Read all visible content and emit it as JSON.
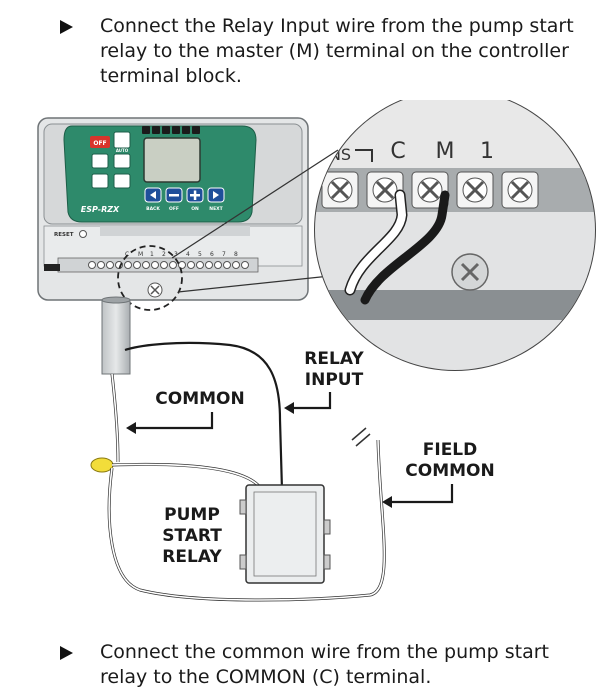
{
  "instructions": [
    {
      "text": "Connect the Relay Input wire from the pump start relay to the master (M) terminal on the controller terminal block."
    },
    {
      "text": "Connect the common wire from the pump start relay to the COMMON (C) terminal."
    }
  ],
  "controller": {
    "brand": "ESP-RZX",
    "reset_label": "RESET",
    "off_label": "OFF",
    "auto_label": "AUTO",
    "nav_labels": [
      "BACK",
      "OFF",
      "ON",
      "NEXT"
    ],
    "station_numbers": [
      "1",
      "2",
      "3",
      "4",
      "5",
      "6",
      "7",
      "8"
    ]
  },
  "zoom": {
    "terminal_labels": [
      "NS",
      "C",
      "M",
      "1"
    ]
  },
  "labels": {
    "relay_input": [
      "RELAY",
      "INPUT"
    ],
    "common": "COMMON",
    "field_common": [
      "FIELD",
      "COMMON"
    ],
    "pump_start_relay": [
      "PUMP",
      "START",
      "RELAY"
    ]
  },
  "colors": {
    "controller_face": "#2e8a6b",
    "off_button": "#d9342b",
    "nav_button": "#1f4f9a",
    "lcd": "#c9cfc3",
    "wire_nut": "#f2dd3a",
    "housing": "#d6d8d9"
  }
}
